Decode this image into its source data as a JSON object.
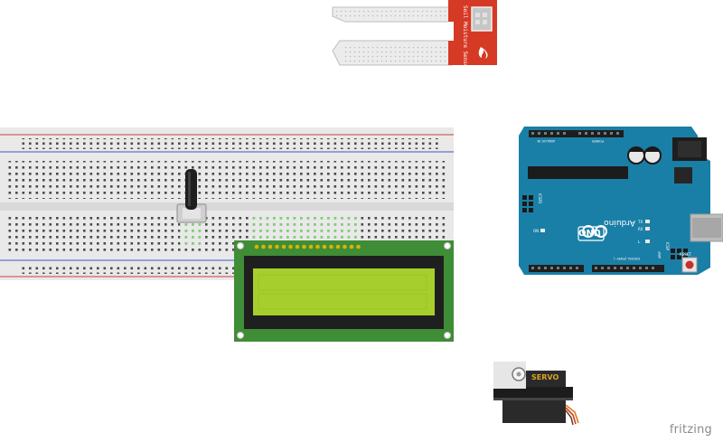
{
  "components": {
    "soil_sensor": {
      "label": "Soil Moisture Sensor",
      "color": "#d53a25"
    },
    "breadboard": {
      "rail_red": "#d23a3a",
      "rail_blue": "#3c57c8"
    },
    "potentiometer": {},
    "lcd": {
      "screen_color": "#a6ce2c",
      "pcb_color": "#3f8d36"
    },
    "arduino": {
      "board_color": "#1a7fa6",
      "logo_text": "UNO",
      "brand_text": "Arduino",
      "digital_label": "DIGITAL (PWM~)",
      "analog_label": "ANALOG IN",
      "power_label": "POWER",
      "icsp_label": "ICSP",
      "icsp2_label": "ICSP2",
      "reset_label": "RESET",
      "tx_label": "TX",
      "rx_label": "RX",
      "on_label": "ON",
      "l_label": "L",
      "aref_label": "AREF"
    },
    "servo": {
      "label": "SERVO",
      "label_color": "#d8a422"
    }
  },
  "watermark": "fritzing"
}
